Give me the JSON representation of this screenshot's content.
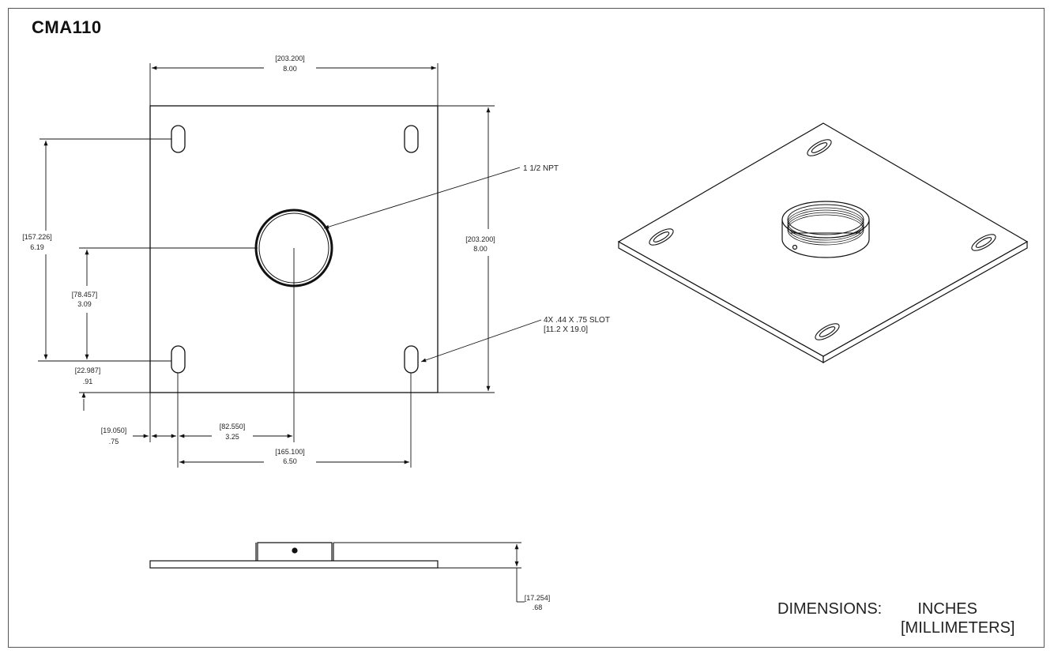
{
  "title": "CMA110",
  "dimensions": {
    "top_width_mm": "[203.200]",
    "top_width_in": "8.00",
    "right_height_mm": "[203.200]",
    "right_height_in": "8.00",
    "slot_span_v_mm": "[157.226]",
    "slot_span_v_in": "6.19",
    "center_v_mm": "[78.457]",
    "center_v_in": "3.09",
    "slot_offset_v_mm": "[22.987]",
    "slot_offset_v_in": ".91",
    "slot_offset_h_mm": "[19.050]",
    "slot_offset_h_in": ".75",
    "center_h_mm": "[82.550]",
    "center_h_in": "3.25",
    "slot_span_h_mm": "[165.100]",
    "slot_span_h_in": "6.50",
    "height_mm": "[17.254]",
    "height_in": ".68"
  },
  "notes": {
    "npt": "1 1/2 NPT",
    "slot_line1": "4X .44 X .75 SLOT",
    "slot_line2": "[11.2 X 19.0]"
  },
  "legend": {
    "label": "DIMENSIONS:",
    "units_primary": "INCHES",
    "units_secondary": "[MILLIMETERS]"
  }
}
